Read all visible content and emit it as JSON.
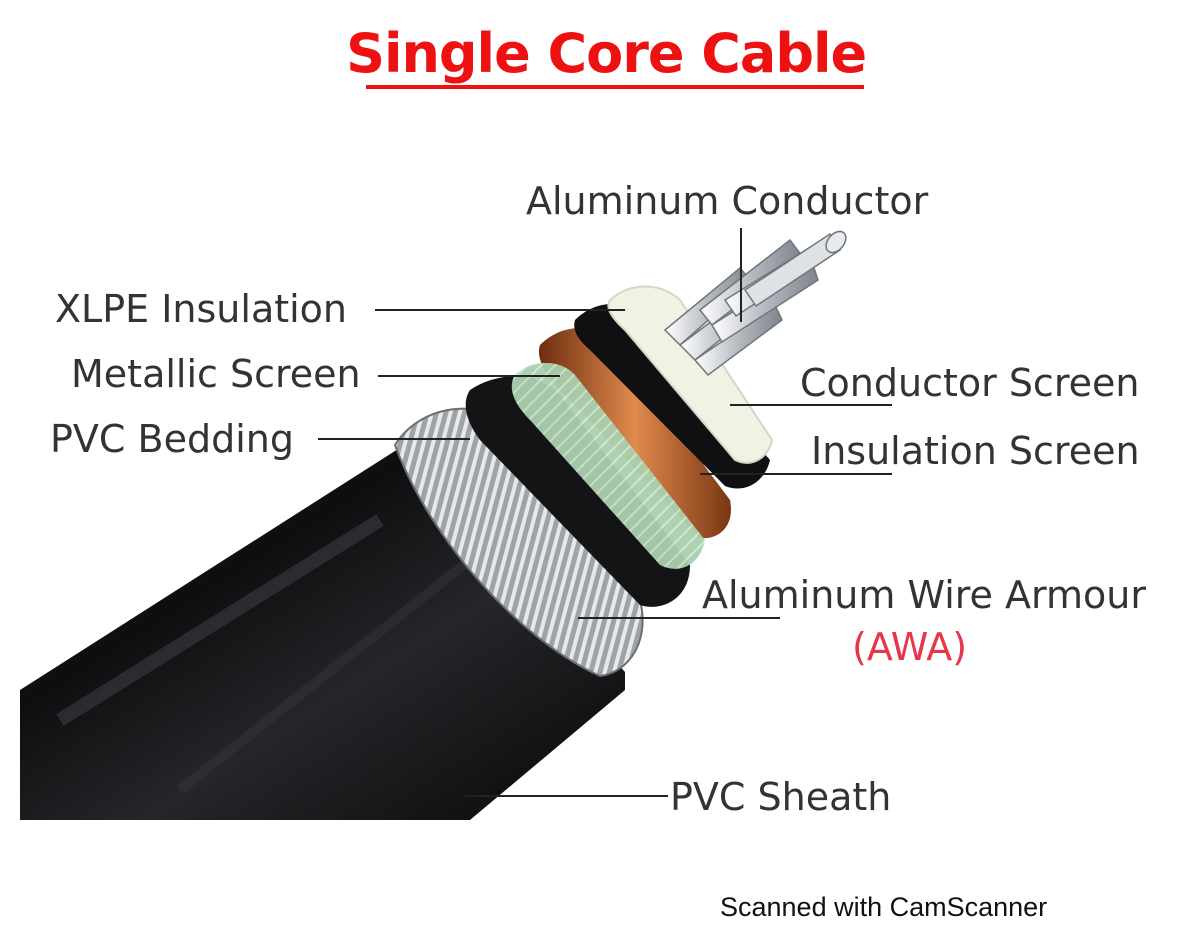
{
  "title": "Single Core Cable ",
  "labels": {
    "aluminum_conductor": "Aluminum Conductor",
    "xlpe_insulation": "XLPE Insulation",
    "metallic_screen": "Metallic Screen",
    "pvc_bedding": "PVC Bedding",
    "conductor_screen": "Conductor Screen",
    "insulation_screen": "Insulation Screen",
    "aluminum_wire_armour": "Aluminum Wire Armour",
    "awa": "(AWA)",
    "pvc_sheath": "PVC Sheath"
  },
  "footer": "Scanned with CamScanner",
  "colors": {
    "title": "#ee1111",
    "label_text": "#333333",
    "awa_text": "#e8354a",
    "leader_line": "#222222",
    "sheath": "#0d0d0f",
    "copper": "#c5662a",
    "insulation": "#f2f2e4",
    "bedding": "#a9cfae",
    "conductor": "#c9cdd2"
  }
}
